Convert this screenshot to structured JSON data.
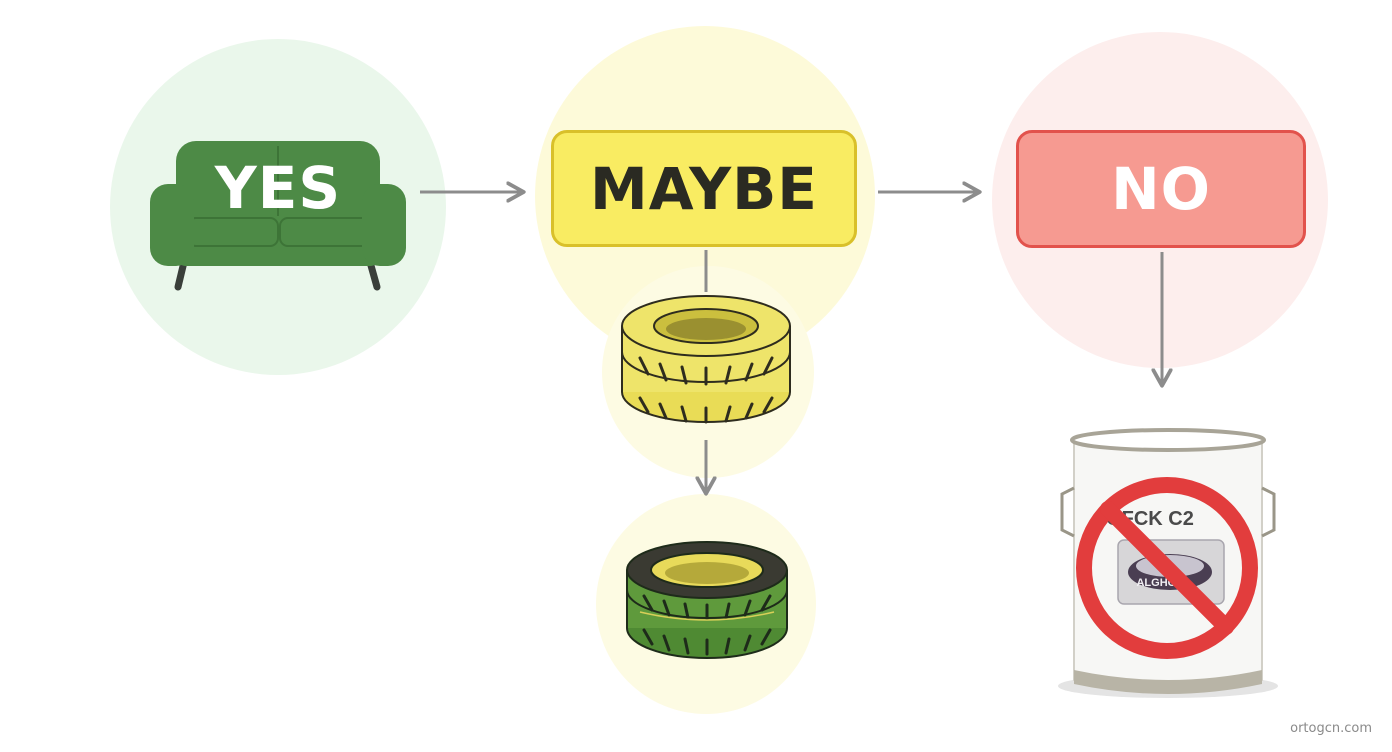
{
  "nodes": {
    "yes": {
      "label": "YES"
    },
    "maybe": {
      "label": "MAYBE"
    },
    "no": {
      "label": "NO"
    }
  },
  "can": {
    "label": "OFCK C2",
    "inner_label": "ALGHCA"
  },
  "watermark": "ortogcn.com",
  "colors": {
    "yes_bg": "#e9f7ea",
    "maybe_bg": "#fdfad8",
    "no_bg": "#fdeceb",
    "sofa": "#4c8b45",
    "tire_yellow": "#eee46a",
    "tire_green": "#5f9a3c",
    "prohibit": "#e23d3d",
    "arrow": "#8c8c8c"
  },
  "icons": [
    "sofa-icon",
    "yellow-tire-icon",
    "green-tire-icon",
    "paint-can-icon",
    "prohibited-icon"
  ]
}
